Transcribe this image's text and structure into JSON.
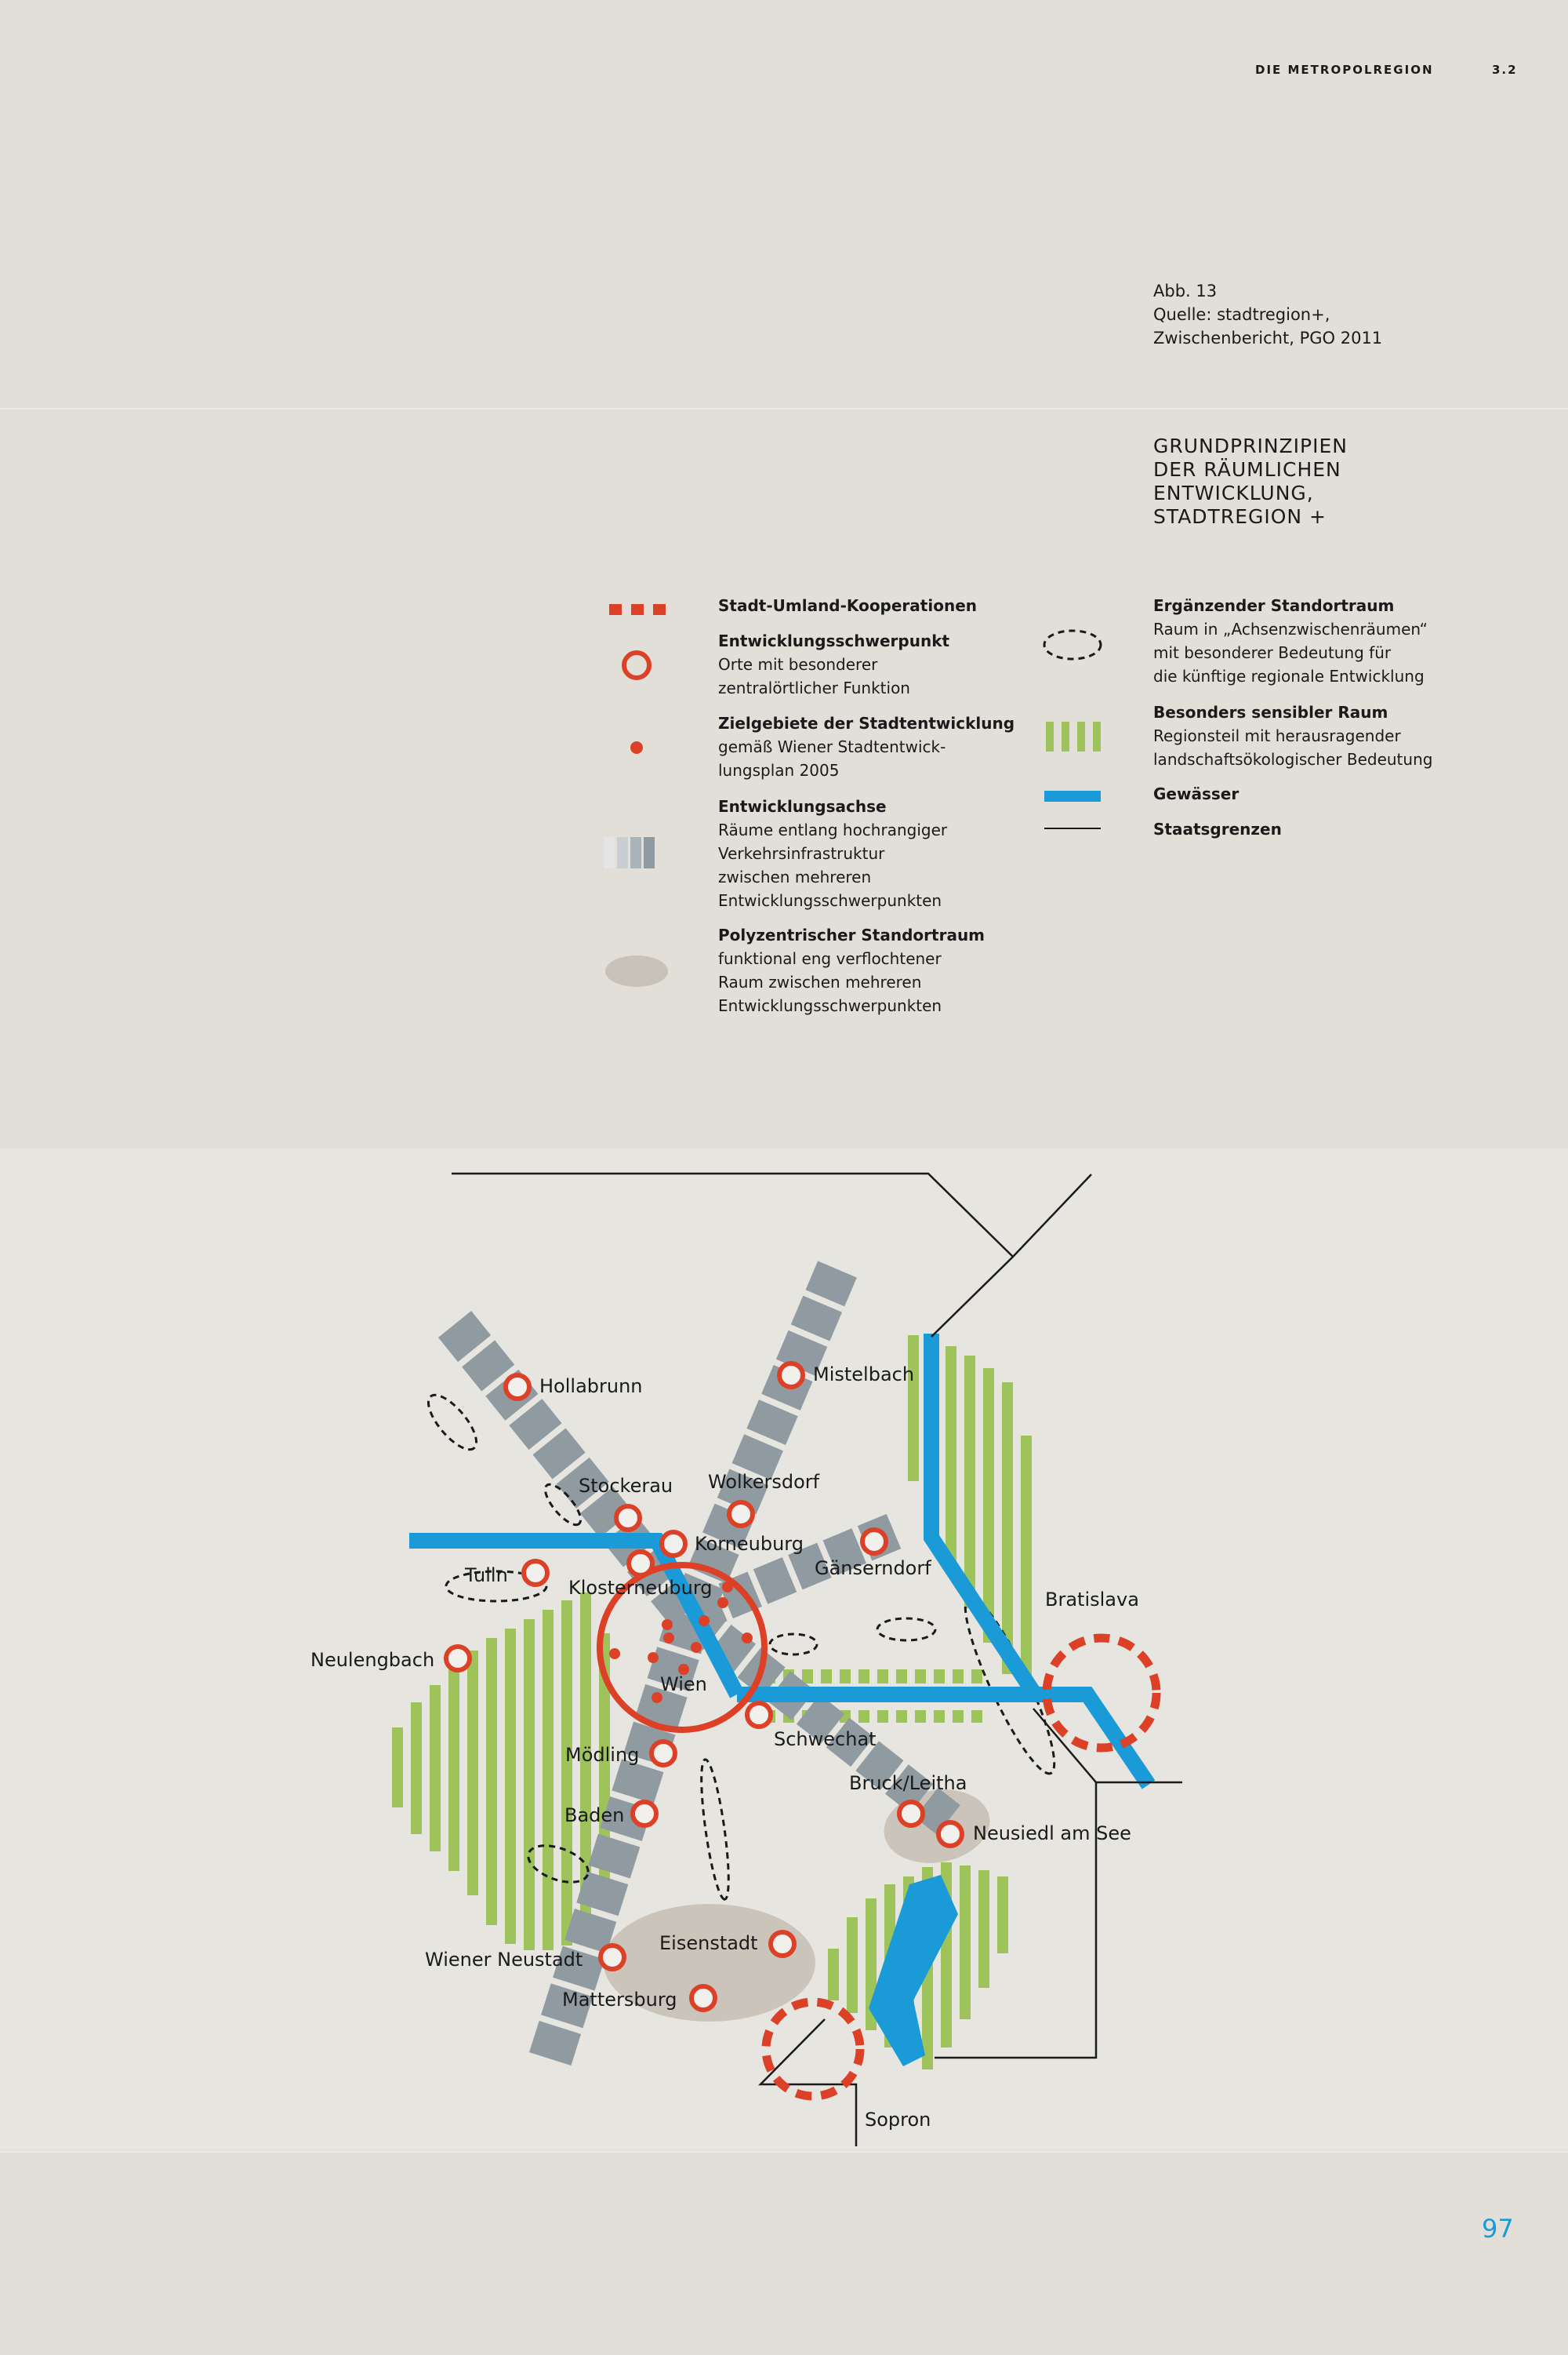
{
  "header": {
    "section_title": "DIE METROPOLREGION",
    "section_number": "3.2"
  },
  "figure_source": {
    "lines": [
      "Abb. 13",
      "Quelle: stadtregion+,",
      "Zwischenbericht, PGO 2011"
    ]
  },
  "figure_title": {
    "lines": [
      "GRUNDPRINZIPIEN",
      "DER RÄUMLICHEN",
      "ENTWICKLUNG,",
      "STADTREGION +"
    ]
  },
  "legend": {
    "kooperationen": {
      "title": "Stadt-Umland-Kooperationen",
      "description": ""
    },
    "schwerpunkt": {
      "title": "Entwicklungsschwerpunkt",
      "description": "Orte mit besonderer\nzentralörtlicher Funktion"
    },
    "zielgebiete": {
      "title": "Zielgebiete der Stadtentwicklung",
      "description": "gemäß Wiener Stadtentwick-\nlungsplan 2005"
    },
    "achse": {
      "title": "Entwicklungsachse",
      "description": "Räume entlang hochrangiger\nVerkehrsinfrastruktur\nzwischen mehreren\nEntwicklungsschwerpunkten"
    },
    "polyzentrisch": {
      "title": "Polyzentrischer Standortraum",
      "description": "funktional eng verflochtener\nRaum zwischen mehreren\nEntwicklungsschwerpunkten"
    },
    "ergaenzend": {
      "title": "Ergänzender Standortraum",
      "description": "Raum in „Achsenzwischenräumen“\nmit besonderer Bedeutung für\ndie künftige regionale Entwicklung"
    },
    "sensibel": {
      "title": "Besonders sensibler Raum",
      "description": "Regionsteil mit herausragender\nlandschaftsökologischer Bedeutung"
    },
    "gewaesser": {
      "title": "Gewässer",
      "description": ""
    },
    "grenzen": {
      "title": "Staatsgrenzen",
      "description": ""
    }
  },
  "map": {
    "cities": {
      "hollabrunn": "Hollabrunn",
      "mistelbach": "Mistelbach",
      "stockerau": "Stockerau",
      "wolkersdorf": "Wolkersdorf",
      "korneuburg": "Korneuburg",
      "gaenserndorf": "Gänserndorf",
      "tulln": "Tulln",
      "klosterneuburg": "Klosterneuburg",
      "neulengbach": "Neulengbach",
      "wien": "Wien",
      "bratislava": "Bratislava",
      "schwechat": "Schwechat",
      "moedling": "Mödling",
      "bruck": "Bruck/Leitha",
      "neusiedl": "Neusiedl am See",
      "baden": "Baden",
      "eisenstadt": "Eisenstadt",
      "wiener_neustadt": "Wiener Neustadt",
      "mattersburg": "Mattersburg",
      "sopron": "Sopron"
    }
  },
  "page_number": "97",
  "colors": {
    "accent_red": "#dc4128",
    "water_blue": "#1a9bd7",
    "green": "#9ec35a",
    "axis_grey": "#8f9aa1",
    "polycentric": "#c9c2b8",
    "background": "#e2dfd9"
  }
}
